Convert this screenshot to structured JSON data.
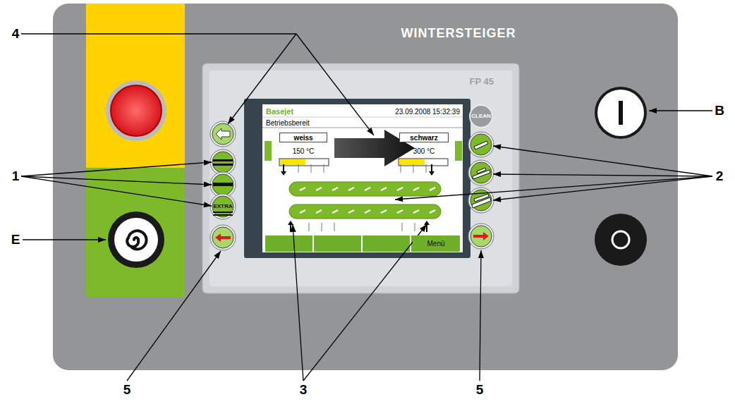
{
  "diagram": {
    "nodes": [
      {
        "text": [
          "weiss"
        ]
      },
      {
        "text": [
          "schwarz"
        ]
      },
      {
        "text": [
          "CLEAN"
        ]
      },
      {
        "text": [
          "EXTRA"
        ]
      },
      {
        "text": [
          "Menü"
        ]
      }
    ],
    "labels": [
      "WINTERSTEIGER",
      "FP 45",
      "Basejet",
      "23.09.2008 15:32:39",
      "Betriebsbereit",
      "150 °C",
      "300 °C",
      "4",
      "1",
      "E",
      "5",
      "3",
      "5",
      "2",
      "B"
    ]
  }
}
